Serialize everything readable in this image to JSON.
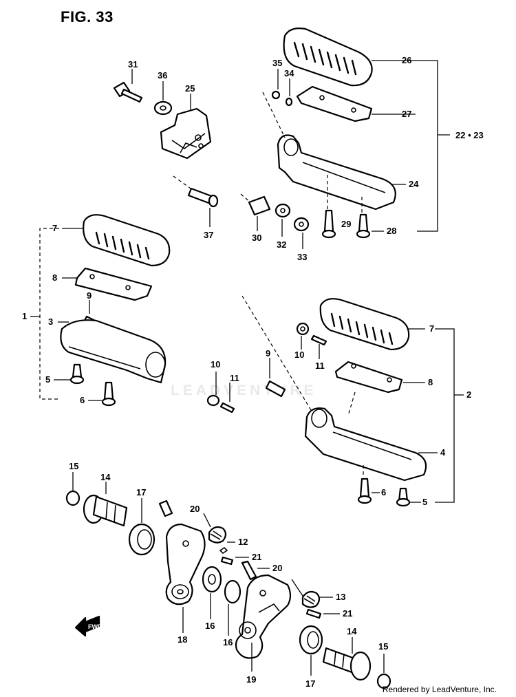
{
  "figure": {
    "title": "FIG. 33"
  },
  "credit": "Rendered by LeadVenture, Inc.",
  "watermark": "LEADVENTURE",
  "callouts": {
    "p31": "31",
    "p36": "36",
    "p25": "25",
    "p37": "37",
    "p35": "35",
    "p34": "34",
    "p26": "26",
    "p27": "27",
    "p22_23": "22 • 23",
    "p24": "24",
    "p29": "29",
    "p28": "28",
    "p30": "30",
    "p32": "32",
    "p33": "33",
    "l7": "7",
    "l8": "8",
    "l1": "1",
    "l9": "9",
    "l3": "3",
    "l5": "5",
    "l6": "6",
    "m10": "10",
    "m11": "11",
    "m9": "9",
    "r10": "10",
    "r11": "11",
    "r7": "7",
    "r8": "8",
    "r2": "2",
    "r4": "4",
    "r6": "6",
    "r5": "5",
    "b15a": "15",
    "b14a": "14",
    "b17a": "17",
    "b20a": "20",
    "b12": "12",
    "b21a": "21",
    "b20b": "20",
    "b13": "13",
    "b21b": "21",
    "b18": "18",
    "b16a": "16",
    "b16b": "16",
    "b19": "19",
    "b14b": "14",
    "b15b": "15",
    "b17b": "17"
  },
  "front_arrow": "FWD"
}
